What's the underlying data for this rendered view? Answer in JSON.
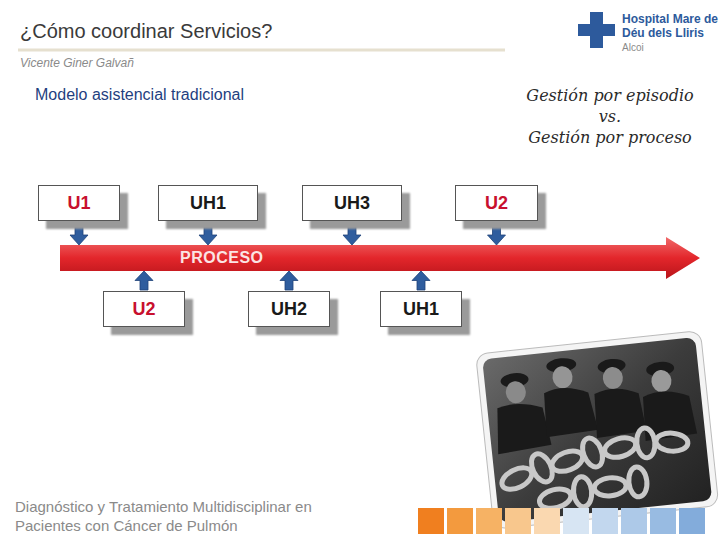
{
  "diagram": {
    "title": "¿Cómo coordinar Servicios?",
    "nodes": [
      {
        "text": [
          "U1"
        ]
      },
      {
        "text": [
          "UH1"
        ]
      },
      {
        "text": [
          "UH3"
        ]
      },
      {
        "text": [
          "U2"
        ]
      },
      {
        "text": [
          "PROCESO"
        ]
      },
      {
        "text": [
          "U2"
        ]
      },
      {
        "text": [
          "UH2"
        ]
      },
      {
        "text": [
          "UH1"
        ]
      }
    ],
    "edges": [
      {
        "from": 0,
        "to": 4,
        "arrow": "to"
      },
      {
        "from": 1,
        "to": 4,
        "arrow": "to"
      },
      {
        "from": 2,
        "to": 4,
        "arrow": "to"
      },
      {
        "from": 3,
        "to": 4,
        "arrow": "to"
      },
      {
        "from": 5,
        "to": 4,
        "arrow": "to"
      },
      {
        "from": 6,
        "to": 4,
        "arrow": "to"
      },
      {
        "from": 7,
        "to": 4,
        "arrow": "to"
      }
    ],
    "labels": [
      "Vicente Giner Galvañ",
      "Hospital Mare de Déu dels Lliris",
      "Alcoi",
      "Modelo asistencial tradicional",
      "Gestión por episodio",
      "vs.",
      "Gestión por proceso",
      "Diagnóstico y Tratamiento Multidisciplinar en Pacientes con Cáncer de Pulmón"
    ]
  }
}
